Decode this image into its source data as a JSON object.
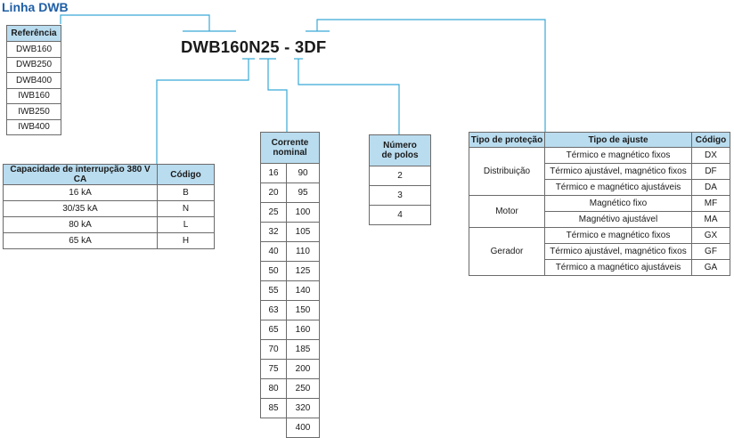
{
  "title": "Linha DWB",
  "code": "DWB160N25 - 3DF",
  "reference": {
    "header": "Referência",
    "items": [
      "DWB160",
      "DWB250",
      "DWB400",
      "IWB160",
      "IWB250",
      "IWB400"
    ]
  },
  "capacity": {
    "header_capacity": "Capacidade de interrupção 380 V CA",
    "header_code": "Código",
    "rows": [
      {
        "capacity": "16 kA",
        "code": "B"
      },
      {
        "capacity": "30/35 kA",
        "code": "N"
      },
      {
        "capacity": "80 kA",
        "code": "L"
      },
      {
        "capacity": "65 kA",
        "code": "H"
      }
    ]
  },
  "current": {
    "header_line1": "Corrente",
    "header_line2": "nominal",
    "col1": [
      "16",
      "20",
      "25",
      "32",
      "40",
      "50",
      "55",
      "63",
      "65",
      "70",
      "75",
      "80",
      "85"
    ],
    "col2": [
      "90",
      "95",
      "100",
      "105",
      "110",
      "125",
      "140",
      "150",
      "160",
      "185",
      "200",
      "250",
      "320",
      "400"
    ]
  },
  "poles": {
    "header_line1": "Número",
    "header_line2": "de polos",
    "items": [
      "2",
      "3",
      "4"
    ]
  },
  "protection": {
    "header_type": "Tipo de proteção",
    "header_adjust": "Tipo de ajuste",
    "header_code": "Código",
    "groups": [
      {
        "type": "Distribuição",
        "rows": [
          {
            "adjust": "Térmico e magnético fixos",
            "code": "DX"
          },
          {
            "adjust": "Térmico ajustável, magnético fixos",
            "code": "DF"
          },
          {
            "adjust": "Térmico e magnético ajustáveis",
            "code": "DA"
          }
        ]
      },
      {
        "type": "Motor",
        "rows": [
          {
            "adjust": "Magnético fixo",
            "code": "MF"
          },
          {
            "adjust": "Magnétivo ajustável",
            "code": "MA"
          }
        ]
      },
      {
        "type": "Gerador",
        "rows": [
          {
            "adjust": "Térmico e magnético fixos",
            "code": "GX"
          },
          {
            "adjust": "Térmico ajustável, magnético fixos",
            "code": "GF"
          },
          {
            "adjust": "Térmico a magnético ajustáveis",
            "code": "GA"
          }
        ]
      }
    ]
  },
  "colors": {
    "title": "#1f5fa6",
    "header_bg": "#b9dcef",
    "connector": "#39a9d6"
  }
}
